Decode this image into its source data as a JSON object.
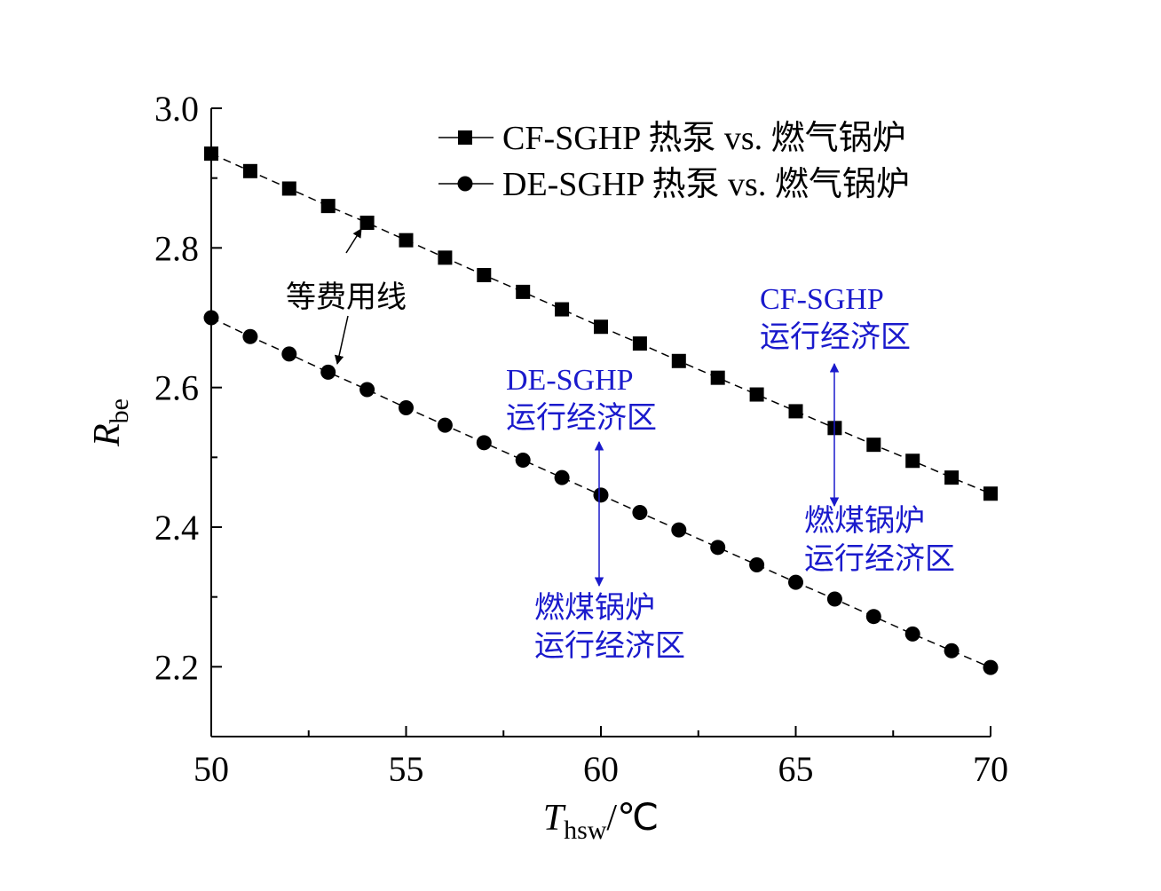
{
  "chart_data": {
    "type": "line",
    "xlabel": {
      "main": "T",
      "sub": "hsw",
      "suffix": "/℃"
    },
    "ylabel": {
      "main": "R",
      "sub": "be"
    },
    "xlim": [
      50,
      70
    ],
    "ylim": [
      2.1,
      3.0
    ],
    "xticks": [
      50,
      55,
      60,
      65,
      70
    ],
    "xtick_labels": [
      "50",
      "55",
      "60",
      "65",
      "70"
    ],
    "yticks": [
      2.2,
      2.4,
      2.6,
      2.8,
      3.0
    ],
    "ytick_labels": [
      "2.2",
      "2.4",
      "2.6",
      "2.8",
      "3.0"
    ],
    "grid": false,
    "legend_position": "top-right",
    "x": [
      50,
      51,
      52,
      53,
      54,
      55,
      56,
      57,
      58,
      59,
      60,
      61,
      62,
      63,
      64,
      65,
      66,
      67,
      68,
      69,
      70
    ],
    "series": [
      {
        "name": "CF-SGHP 热泵 vs. 燃气锅炉",
        "marker": "square",
        "color": "#000000",
        "values": [
          2.935,
          2.91,
          2.885,
          2.86,
          2.836,
          2.811,
          2.786,
          2.761,
          2.737,
          2.712,
          2.687,
          2.663,
          2.638,
          2.614,
          2.59,
          2.566,
          2.542,
          2.518,
          2.495,
          2.471,
          2.448
        ]
      },
      {
        "name": "DE-SGHP 热泵 vs. 燃气锅炉",
        "marker": "circle",
        "color": "#000000",
        "values": [
          2.7,
          2.673,
          2.648,
          2.622,
          2.597,
          2.571,
          2.546,
          2.521,
          2.496,
          2.471,
          2.446,
          2.421,
          2.396,
          2.371,
          2.346,
          2.321,
          2.297,
          2.272,
          2.247,
          2.223,
          2.199
        ]
      }
    ],
    "annotations": [
      {
        "id": "iso",
        "lines": [
          "等费用线"
        ],
        "color": "#000000"
      },
      {
        "id": "cf-zone",
        "lines": [
          "CF-SGHP",
          "运行经济区"
        ],
        "color": "#1a1acc"
      },
      {
        "id": "de-zone",
        "lines": [
          "DE-SGHP",
          "运行经济区"
        ],
        "color": "#1a1acc"
      },
      {
        "id": "coal-right",
        "lines": [
          "燃煤锅炉",
          "运行经济区"
        ],
        "color": "#1a1acc"
      },
      {
        "id": "coal-left",
        "lines": [
          "燃煤锅炉",
          "运行经济区"
        ],
        "color": "#1a1acc"
      }
    ]
  }
}
